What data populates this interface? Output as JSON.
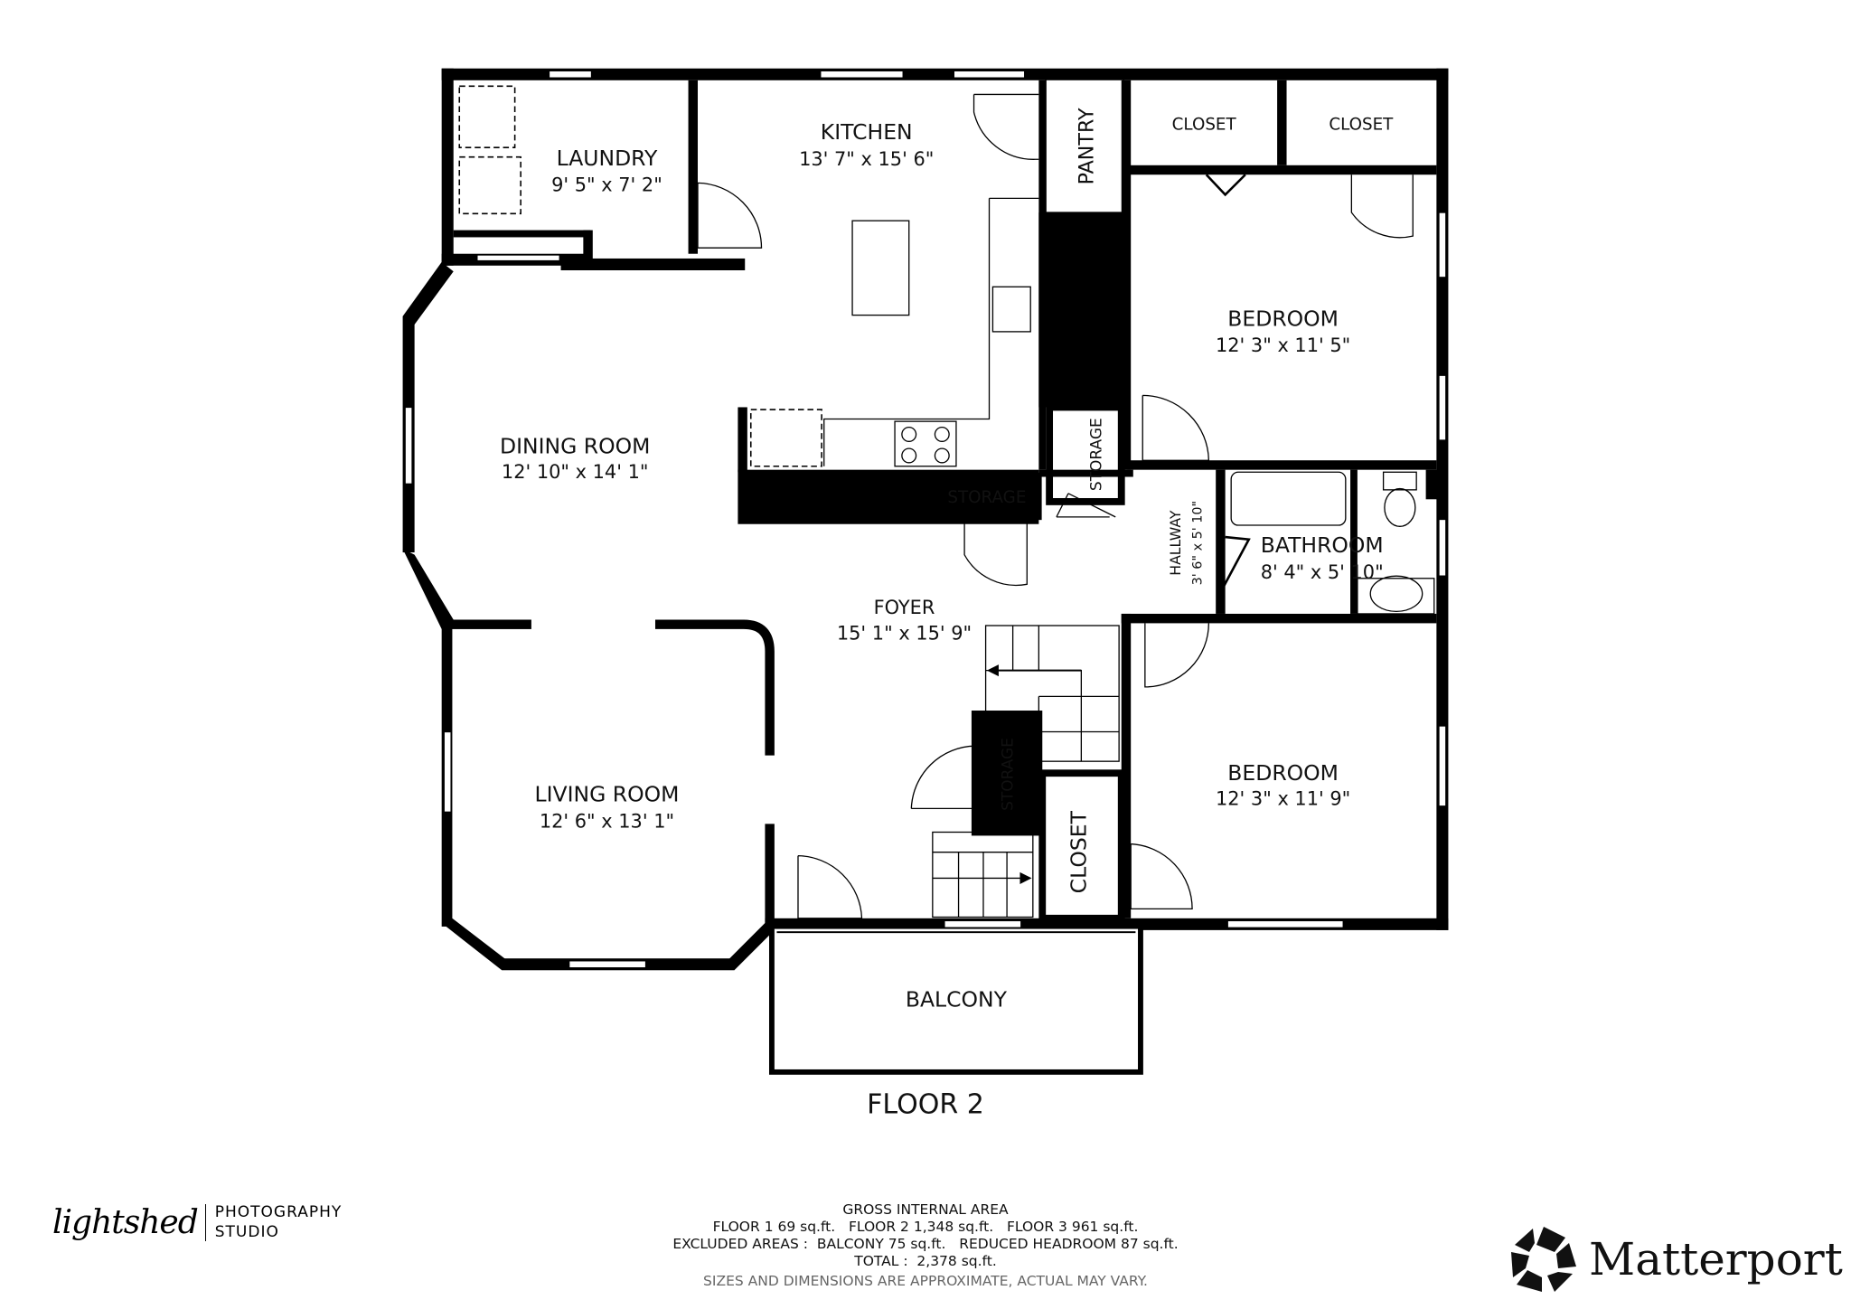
{
  "floor_label": "FLOOR 2",
  "rooms": {
    "laundry": {
      "name": "LAUNDRY",
      "dims": "9' 5\" x 7' 2\""
    },
    "kitchen": {
      "name": "KITCHEN",
      "dims": "13' 7\" x 15' 6\""
    },
    "pantry": {
      "name": "PANTRY"
    },
    "closet1": {
      "name": "CLOSET"
    },
    "closet2": {
      "name": "CLOSET"
    },
    "bedroom1": {
      "name": "BEDROOM",
      "dims": "12' 3\" x 11' 5\""
    },
    "dining": {
      "name": "DINING ROOM",
      "dims": "12' 10\" x 14' 1\""
    },
    "storage1": {
      "name": "STORAGE"
    },
    "storage2": {
      "name": "STORAGE"
    },
    "hallway": {
      "name": "HALLWAY",
      "dims": "3' 6\" x 5' 10\""
    },
    "bathroom": {
      "name": "BATHROOM",
      "dims": "8' 4\" x 5' 10\""
    },
    "foyer": {
      "name": "FOYER",
      "dims": "15' 1\" x 15' 9\""
    },
    "storage3": {
      "name": "STORAGE"
    },
    "closet3": {
      "name": "CLOSET"
    },
    "living": {
      "name": "LIVING ROOM",
      "dims": "12' 6\" x 13' 1\""
    },
    "bedroom2": {
      "name": "BEDROOM",
      "dims": "12' 3\" x 11' 9\""
    },
    "balcony": {
      "name": "BALCONY"
    }
  },
  "area": {
    "title": "GROSS INTERNAL AREA",
    "floors": "FLOOR 1 69 sq.ft.   FLOOR 2 1,348 sq.ft.   FLOOR 3 961 sq.ft.",
    "excluded": "EXCLUDED AREAS :  BALCONY 75 sq.ft.   REDUCED HEADROOM 87 sq.ft.",
    "total": "TOTAL :  2,378 sq.ft.",
    "disclaimer": "SIZES AND DIMENSIONS ARE APPROXIMATE, ACTUAL MAY VARY."
  },
  "branding": {
    "studio_logo": "lightshed",
    "studio_line1": "PHOTOGRAPHY",
    "studio_line2": "STUDIO",
    "matterport": "Matterport"
  }
}
